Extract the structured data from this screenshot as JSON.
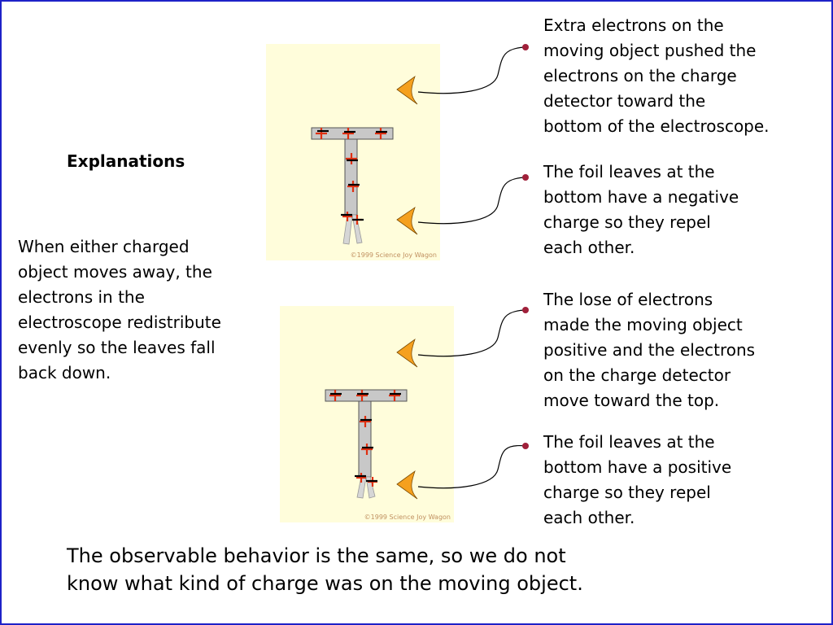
{
  "heading": "Explanations",
  "left_text": "When either charged\nobject moves away, the\nelectrons in the\nelectroscope redistribute\nevenly so the leaves fall\nback down.",
  "notes": [
    "Extra electrons on the\nmoving object pushed the\nelectrons on the charge\ndetector toward the\nbottom of the electroscope.",
    "The foil leaves at the\nbottom have a negative\ncharge so they repel\neach other.",
    "The lose of electrons\nmade the moving object\npositive and the electrons\non the charge detector\nmove toward the top.",
    "The foil leaves at the\nbottom have a positive\ncharge so they repel\neach other."
  ],
  "conclusion": "The observable behavior is the same, so we do not\nknow what kind of charge was on the moving object.",
  "diagrams": [
    {
      "copyright": "©1999 Science Joy Wagon"
    },
    {
      "copyright": "©1999 Science Joy Wagon"
    }
  ],
  "colors": {
    "border": "#1e22c8",
    "panel": "#fffddb",
    "arrow": "#f5a01e",
    "dot": "#a0203a",
    "plus": "#e03010",
    "minus": "#000000",
    "electroscope": "#c8c8c8"
  }
}
